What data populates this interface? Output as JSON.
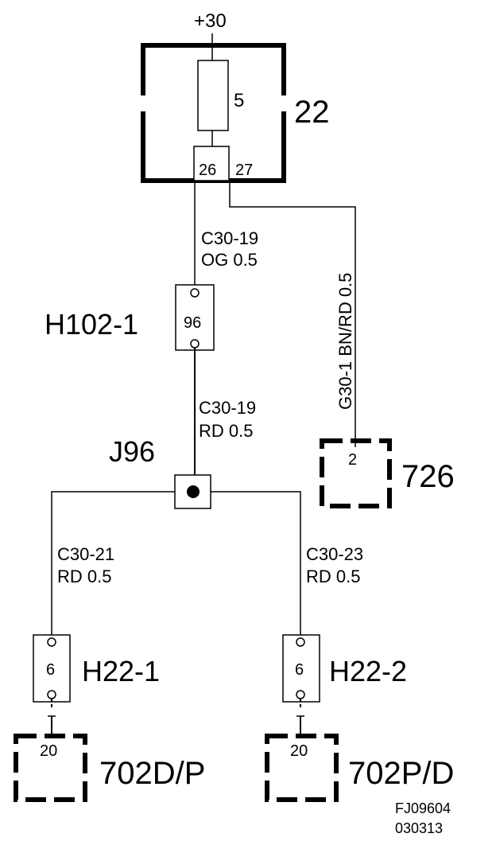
{
  "supply": {
    "label": "+30"
  },
  "fuse_box": {
    "ref": "22",
    "fuse_value": "5",
    "pin_left": "26",
    "pin_right": "27"
  },
  "wire_top": {
    "code": "C30-19",
    "spec": "OG  0.5"
  },
  "wire_right": {
    "text": "G30-1  BN/RD  0.5"
  },
  "connector_h102": {
    "ref": "H102-1",
    "pin": "96"
  },
  "wire_mid": {
    "code": "C30-19",
    "spec": "RD   0.5"
  },
  "splice": {
    "ref": "J96"
  },
  "component_726": {
    "ref": "726",
    "pin": "2"
  },
  "wire_left": {
    "code": "C30-21",
    "spec": "RD  0.5"
  },
  "wire_right_branch": {
    "code": "C30-23",
    "spec": "RD  0.5"
  },
  "connector_h22_1": {
    "ref": "H22-1",
    "pin": "6"
  },
  "connector_h22_2": {
    "ref": "H22-2",
    "pin": "6"
  },
  "component_702dp": {
    "ref": "702D/P",
    "pin": "20"
  },
  "component_702pd": {
    "ref": "702P/D",
    "pin": "20"
  },
  "footer": {
    "code": "FJ09604",
    "date": "030313"
  }
}
